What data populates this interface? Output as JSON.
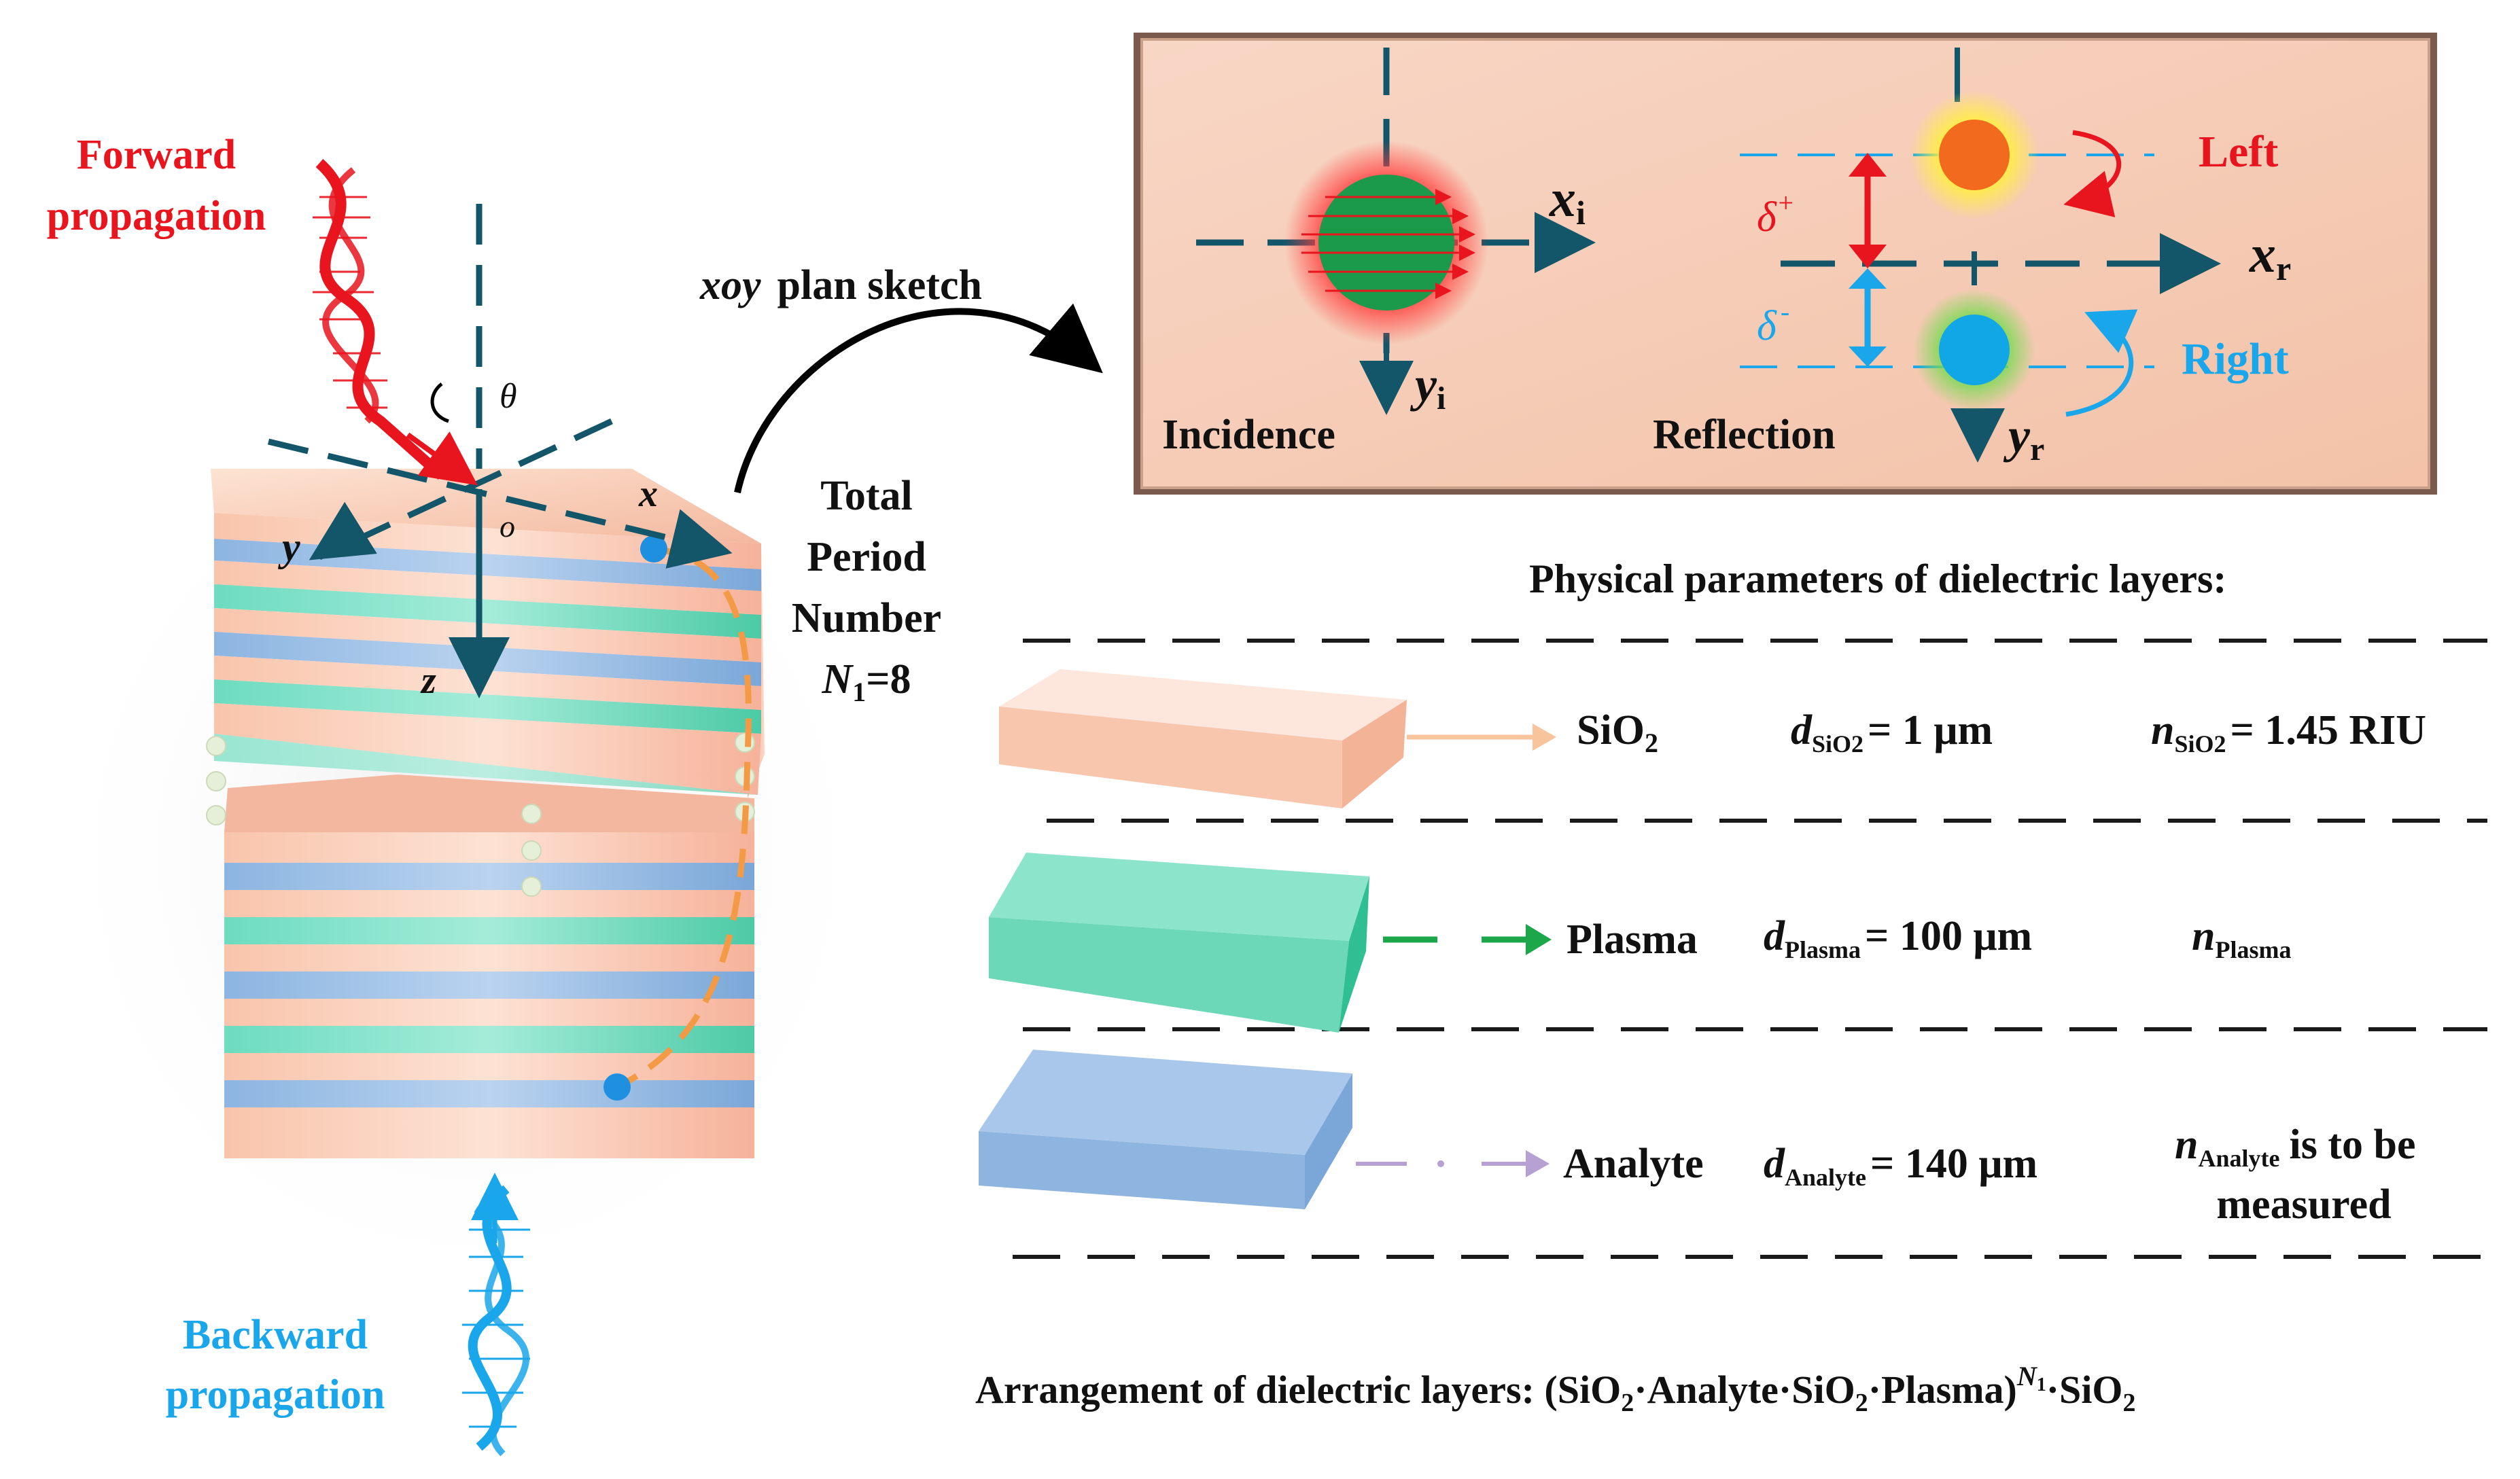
{
  "labels": {
    "forward_1": "Forward",
    "forward_2": "propagation",
    "backward_1": "Backward",
    "backward_2": "propagation",
    "theta": "θ",
    "origin": "o",
    "axis_x": "x",
    "axis_y": "y",
    "axis_z": "z",
    "total_1": "Total",
    "total_2": "Period",
    "total_3": "Number",
    "total_N": "N",
    "total_sub": "1",
    "total_val": "=8",
    "xoy_italic": "xoy",
    "xoy_rest": "plan sketch"
  },
  "sketch": {
    "incidence": "Incidence",
    "reflection": "Reflection",
    "xi": "x",
    "xi_sub": "i",
    "yi": "y",
    "yi_sub": "i",
    "xr": "x",
    "xr_sub": "r",
    "yr": "y",
    "yr_sub": "r",
    "left": "Left",
    "right": "Right",
    "delta_plus": "δ",
    "delta_plus_sup": "+",
    "delta_minus": "δ",
    "delta_minus_sup": "-"
  },
  "params": {
    "heading": "Physical parameters of dielectric layers:",
    "rows": [
      {
        "name": "SiO",
        "name_sub": "2",
        "d_sym": "d",
        "d_sub": "SiO2",
        "d_val": "= 1 μm",
        "n_sym": "n",
        "n_sub": "SiO2",
        "n_val": "= 1.45 RIU"
      },
      {
        "name": "Plasma",
        "d_sym": "d",
        "d_sub": "Plasma",
        "d_val": "= 100 μm",
        "n_sym": "n",
        "n_sub": "Plasma"
      },
      {
        "name": "Analyte",
        "d_sym": "d",
        "d_sub": "Analyte",
        "d_val": "= 140 μm",
        "n_sym": "n",
        "n_sub": "Analyte",
        "n_val": "is to be",
        "n_val2": "measured"
      }
    ]
  },
  "arrangement": {
    "prefix": "Arrangement of dielectric layers: (SiO",
    "sub1": "2",
    "mid1": "·Analyte·SiO",
    "sub2": "2",
    "mid2": "·Plasma)",
    "sup": "N",
    "sup_sub": "1",
    "tail": "·SiO",
    "sub3": "2"
  },
  "colors": {
    "forward": "#e8141e",
    "backward": "#1aa6ea",
    "axis": "#135569",
    "sio2": "#f7bca3",
    "plasma": "#62d4b6",
    "analyte": "#8fb6e0",
    "left": "#e8141e",
    "right": "#1aa6ea",
    "panel": "#f6cdb7"
  }
}
